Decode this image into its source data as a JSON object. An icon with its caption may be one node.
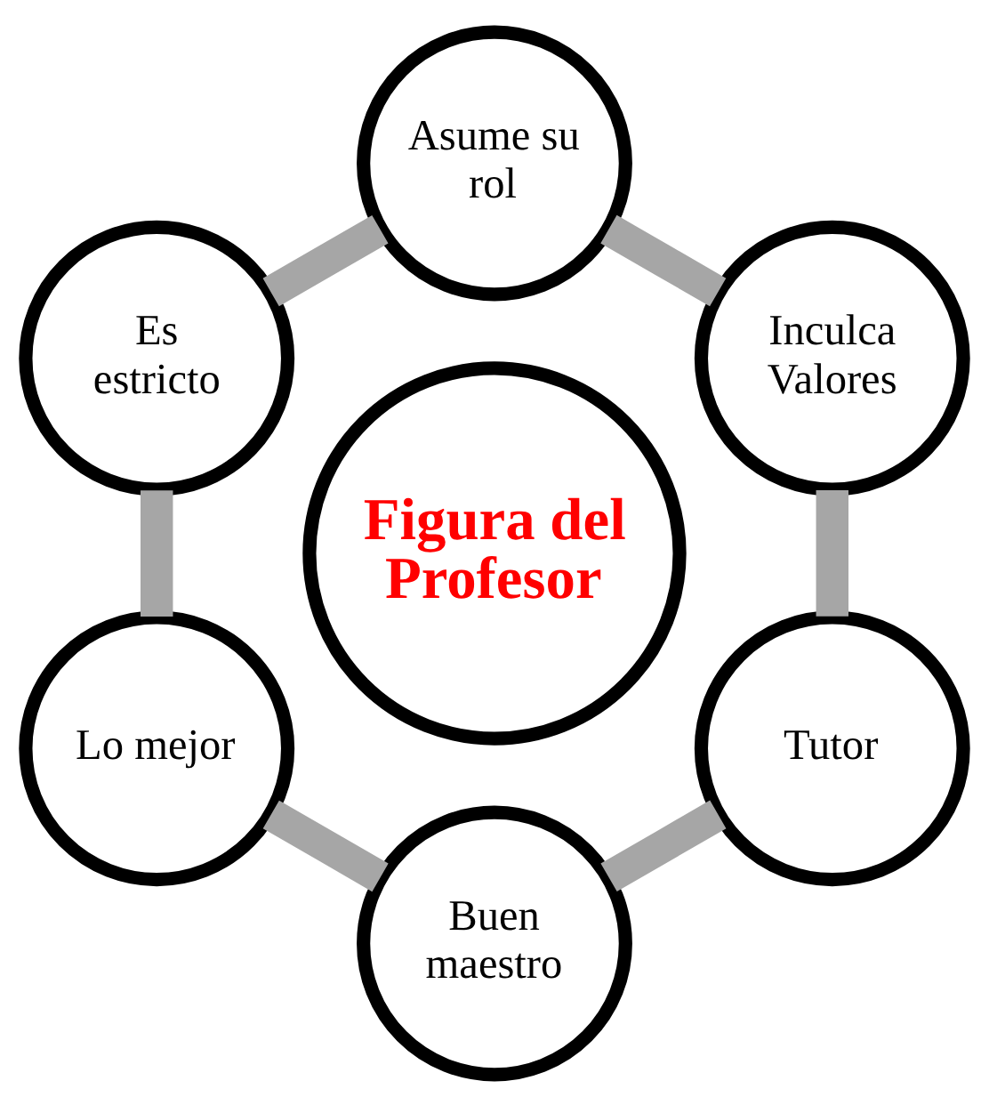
{
  "diagram": {
    "nodes": [
      {
        "text": [
          "Figura del Profesor"
        ]
      },
      {
        "text": [
          "Inculca Valores"
        ]
      },
      {
        "text": [
          "Asume su rol"
        ]
      },
      {
        "text": [
          "Es estricto"
        ]
      },
      {
        "text": [
          "Lo mejor"
        ]
      },
      {
        "text": [
          "Buen maestro"
        ]
      },
      {
        "text": [
          "Tutor"
        ]
      }
    ],
    "edges": [
      {
        "from": 1,
        "to": 2,
        "arrow": "none"
      },
      {
        "from": 2,
        "to": 3,
        "arrow": "none"
      },
      {
        "from": 3,
        "to": 4,
        "arrow": "none"
      },
      {
        "from": 4,
        "to": 5,
        "arrow": "none"
      },
      {
        "from": 5,
        "to": 6,
        "arrow": "none"
      },
      {
        "from": 6,
        "to": 1,
        "arrow": "none"
      }
    ]
  }
}
